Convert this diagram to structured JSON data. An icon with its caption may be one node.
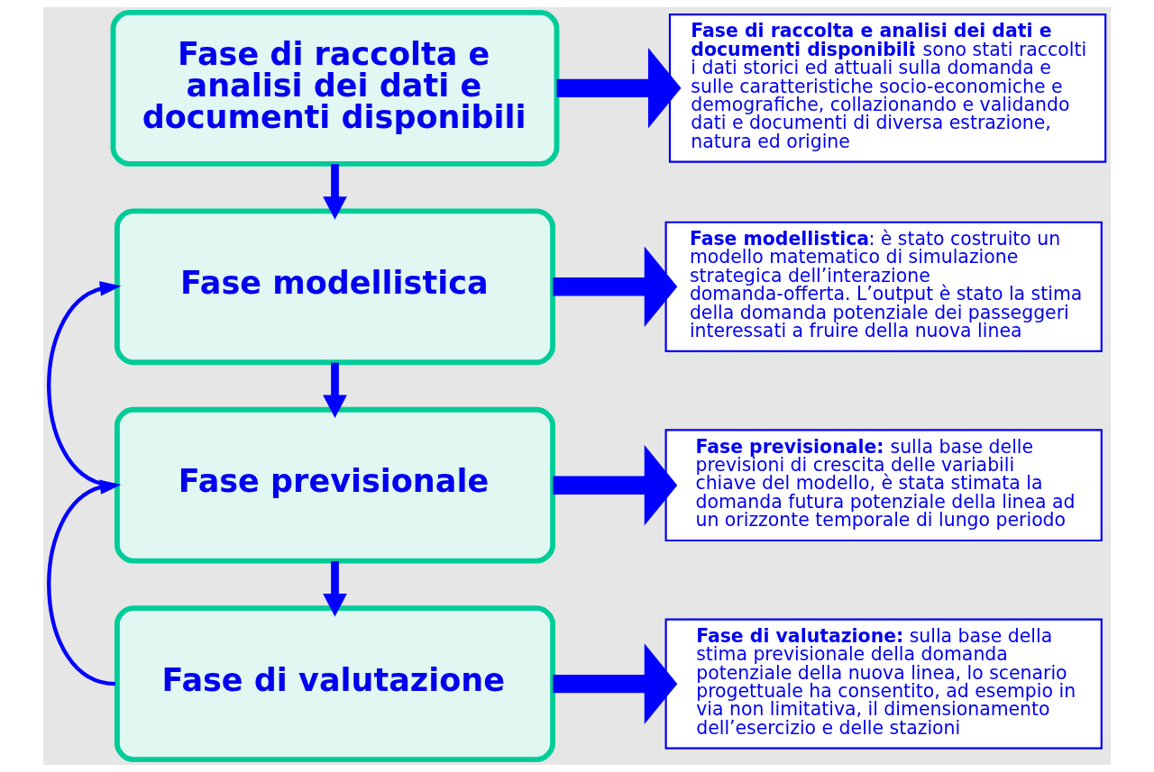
{
  "diagram": {
    "nodes": [
      {
        "text": [
          "Fase di raccolta e analisi dei dati e documenti disponibili"
        ]
      },
      {
        "text": [
          "Fase modellistica"
        ]
      },
      {
        "text": [
          "Fase previsionale"
        ]
      },
      {
        "text": [
          "Fase di valutazione"
        ]
      },
      {
        "text": [
          "**Fase di raccolta e analisi dei dati e documenti disponibili**: sono stati raccolti i dati storici ed attuali sulla domanda e sulle caratteristiche socio-economiche e demografiche, collazionando e validando dati e documenti di diversa estrazione, natura ed origine"
        ]
      },
      {
        "text": [
          "**Fase modellistica**: è stato costruito un modello matematico di simulazione strategica dell’interazione domanda-offerta. L’output è stato la stima della domanda potenziale dei passeggeri interessati a fruire della nuova linea"
        ]
      },
      {
        "text": [
          "**Fase previsionale:** sulla base delle previsioni di crescita delle variabili chiave del modello, è stata stimata la domanda futura potenziale della linea ad un orizzonte temporale di lungo periodo"
        ]
      },
      {
        "text": [
          "**Fase di valutazione:** sulla base della stima previsionale della domanda potenziale della nuova linea, lo scenario progettuale ha consentito, ad esempio in via non limitativa, il dimensionamento dell’esercizio e delle stazioni"
        ]
      }
    ],
    "edges": [
      {
        "from": 0,
        "to": 1,
        "arrow": "to"
      },
      {
        "from": 1,
        "to": 2,
        "arrow": "to"
      },
      {
        "from": 2,
        "to": 3,
        "arrow": "to"
      },
      {
        "from": 2,
        "to": 1,
        "arrow": "to"
      },
      {
        "from": 3,
        "to": 2,
        "arrow": "to"
      },
      {
        "from": 0,
        "to": 4,
        "arrow": "to",
        "style": "thick"
      },
      {
        "from": 1,
        "to": 5,
        "arrow": "to",
        "style": "thick"
      },
      {
        "from": 2,
        "to": 6,
        "arrow": "to",
        "style": "thick"
      },
      {
        "from": 3,
        "to": 7,
        "arrow": "to",
        "style": "thick"
      }
    ]
  }
}
